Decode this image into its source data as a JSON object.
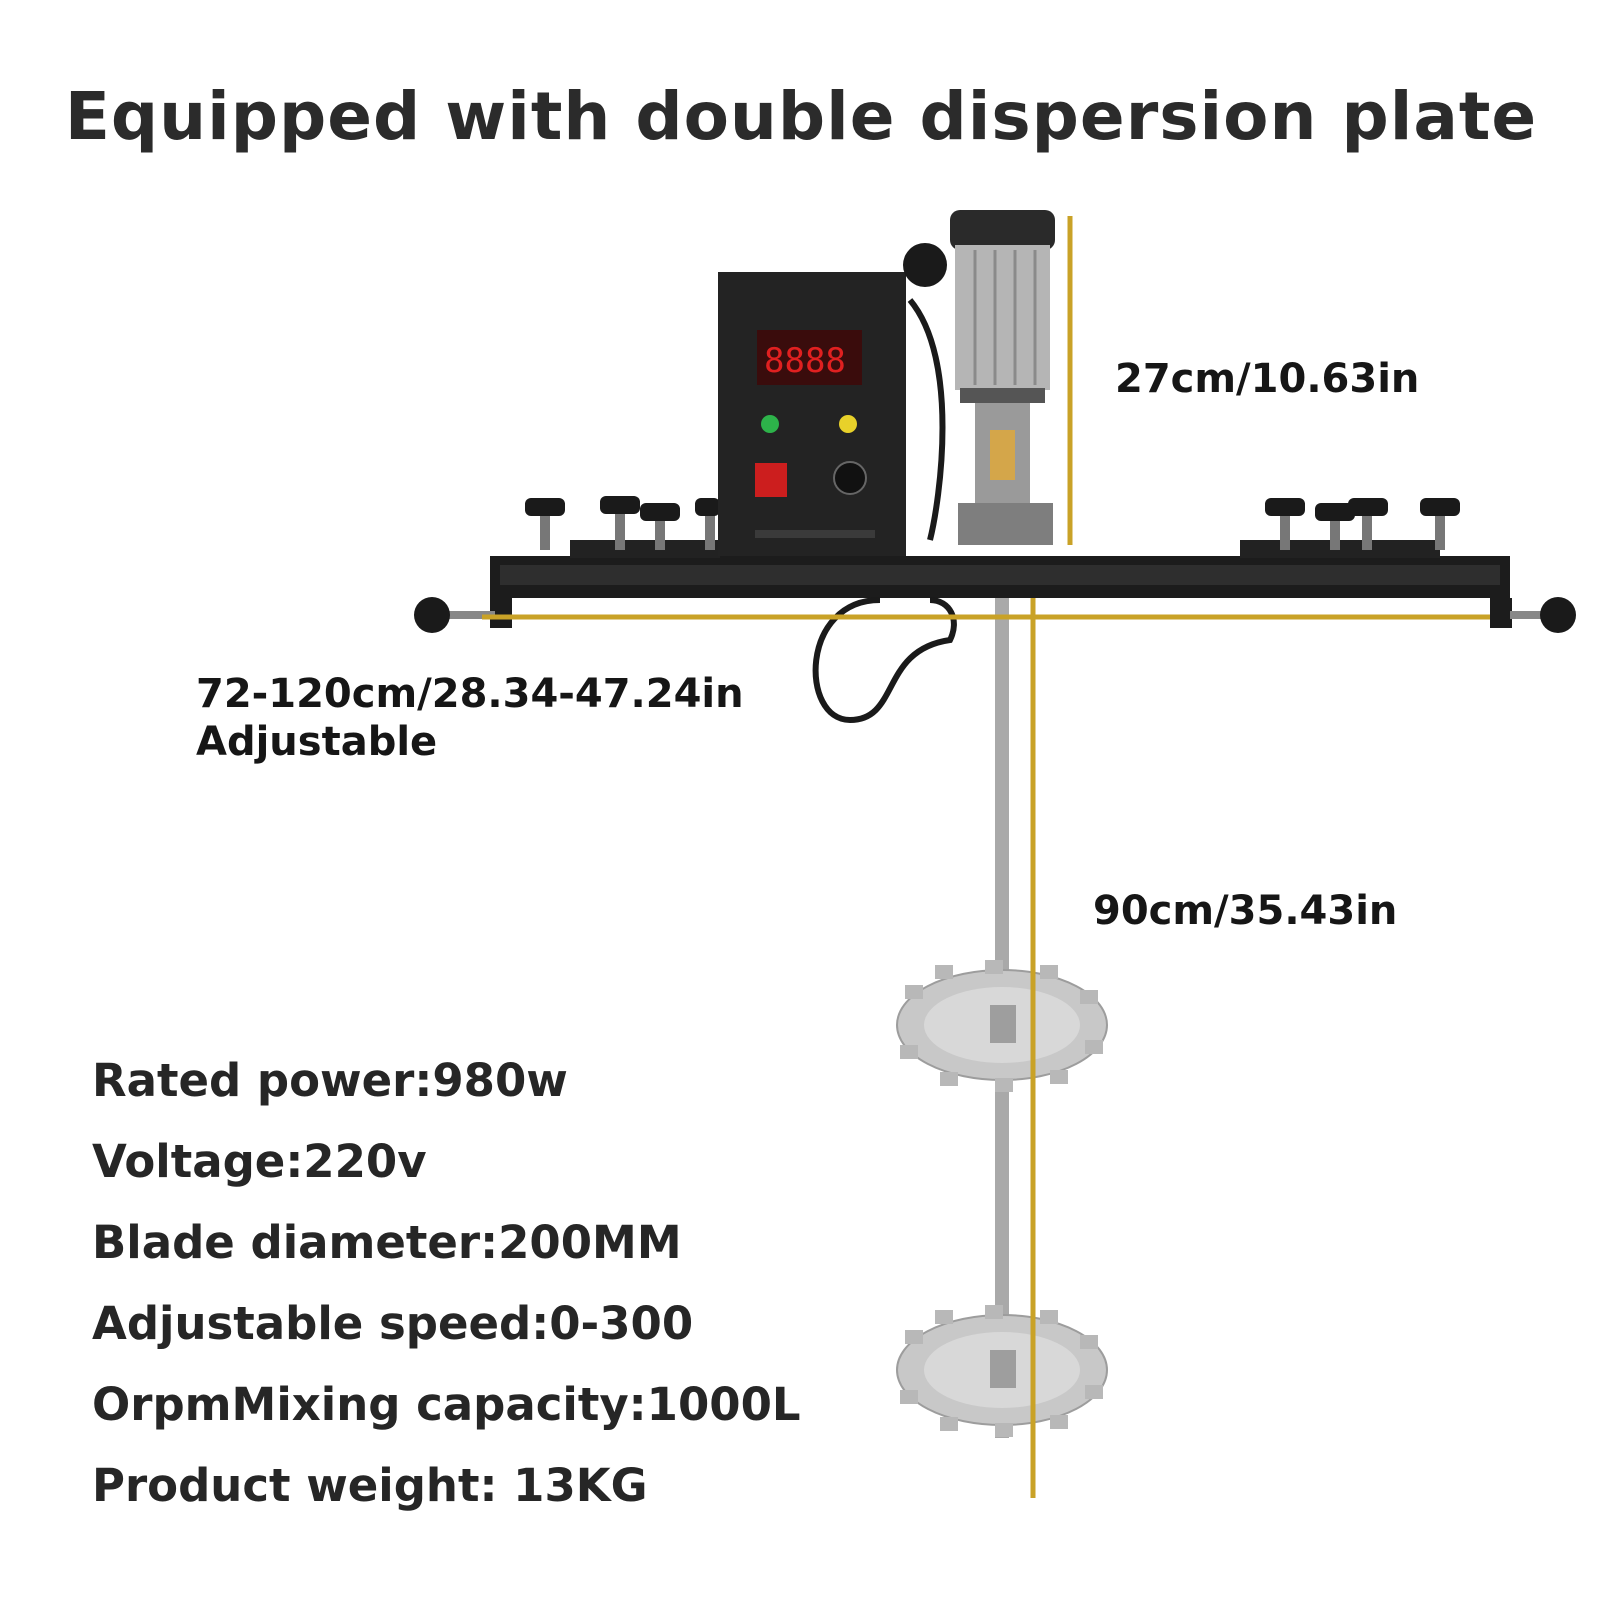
{
  "title": "Equipped with double dispersion plate",
  "dimensions": {
    "motor_height": "27cm/10.63in",
    "frame_width": "72-120cm/28.34-47.24in",
    "frame_width_note": "Adjustable",
    "shaft_length": "90cm/35.43in"
  },
  "specs": [
    "Rated power:980w",
    "Voltage:220v",
    "Blade diameter:200MM",
    "Adjustable speed:0-300",
    "OrpmMixing capacity:1000L",
    "Product weight: 13KG"
  ],
  "colors": {
    "measure_line": "#c9a227",
    "frame": "#1c1c1c",
    "control_box": "#232323",
    "display": "#e02020",
    "blade": "#c8c8c8",
    "motor": "#9a9a9a"
  }
}
